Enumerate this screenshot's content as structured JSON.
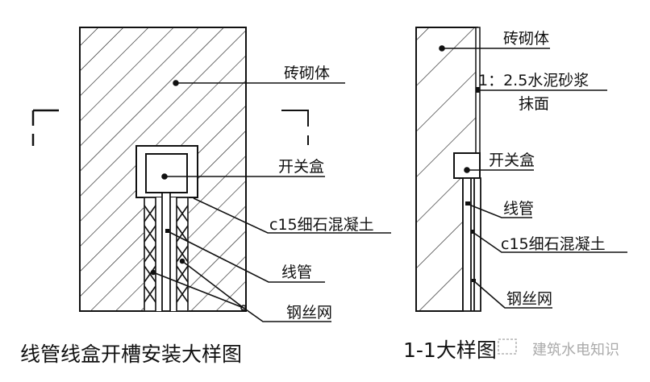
{
  "left_view": {
    "caption": "线管线盒开槽安装大样图",
    "labels": {
      "masonry": "砖砌体",
      "switch_box": "开关盒",
      "concrete": "c15细石混凝土",
      "conduit": "线管",
      "wire_mesh": "钢丝网"
    }
  },
  "right_view": {
    "caption": "1-1大样图",
    "labels": {
      "masonry": "砖砌体",
      "mortar_line1": "1：2.5水泥砂浆",
      "mortar_line2": "抹面",
      "switch_box": "开关盒",
      "conduit": "线管",
      "concrete": "c15细石混凝土",
      "wire_mesh": "钢丝网"
    }
  },
  "watermark": "建筑水电知识",
  "colors": {
    "line": "#111111",
    "background": "#ffffff"
  }
}
